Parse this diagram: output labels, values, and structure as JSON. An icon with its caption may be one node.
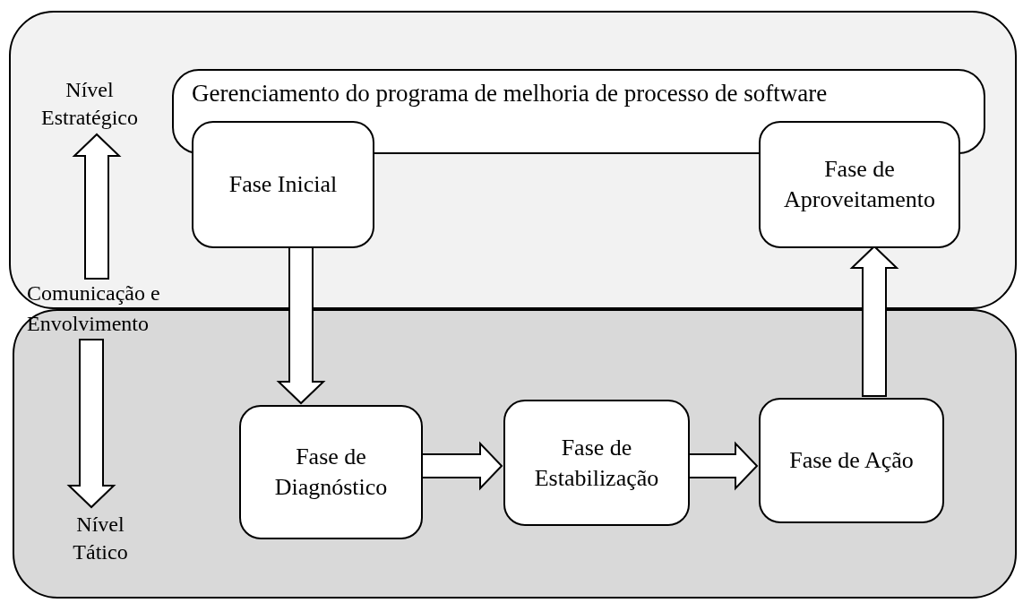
{
  "diagram": {
    "nodes": [
      {
        "text": [],
        "shape": "box"
      },
      {
        "text": [
          "Nível Estratégico"
        ],
        "in": 0
      },
      {
        "text": [
          "Gerenciamento do programa de melhoria de processo de software"
        ],
        "in": 0
      },
      {
        "text": [
          "Fase Inicial"
        ],
        "in": 0
      },
      {
        "text": [
          "Fase de Aproveitamento"
        ],
        "in": 0
      },
      {
        "text": [
          "Comunicação e Envolvimento"
        ]
      },
      {
        "text": [],
        "shape": "box"
      },
      {
        "text": [
          "Fase de Diagnóstico"
        ],
        "in": 6
      },
      {
        "text": [
          "Fase de Estabilização"
        ],
        "in": 6
      },
      {
        "text": [
          "Fase de Ação"
        ],
        "in": 6
      },
      {
        "text": [
          "Nível Tático"
        ],
        "in": 6
      }
    ],
    "edges": [
      {
        "from": 5,
        "to": 1,
        "arrow": "to"
      },
      {
        "from": 5,
        "to": 10,
        "arrow": "to"
      },
      {
        "from": 3,
        "to": 7,
        "arrow": "to"
      },
      {
        "from": 7,
        "to": 8,
        "arrow": "to"
      },
      {
        "from": 8,
        "to": 9,
        "arrow": "to"
      },
      {
        "from": 9,
        "to": 4,
        "arrow": "to"
      }
    ]
  }
}
